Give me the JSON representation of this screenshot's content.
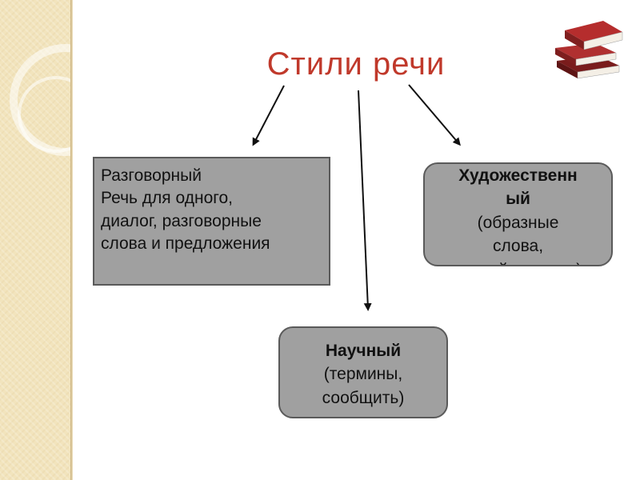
{
  "title": "Стили речи",
  "boxes": {
    "colloquial": {
      "name": "Разговорный",
      "desc_line1": "Речь для одного,",
      "desc_line2": "диалог, разговорные",
      "desc_line3": "слова и предложения"
    },
    "artistic": {
      "name_line1": "Художественн",
      "name_line2": "ый",
      "desc_line1": "(образные",
      "desc_line2": "слова,",
      "desc_line3": "воздействовать)"
    },
    "scientific": {
      "name": "Научный",
      "desc_line1": "(термины,",
      "desc_line2": "сообщить)"
    }
  },
  "colors": {
    "title": "#c0392b",
    "box_fill": "#a0a0a0",
    "box_border": "#5a5a5a",
    "side_strip": "#f2e4bd",
    "books_red": "#a52a2a"
  },
  "icons": [
    "books-icon"
  ]
}
